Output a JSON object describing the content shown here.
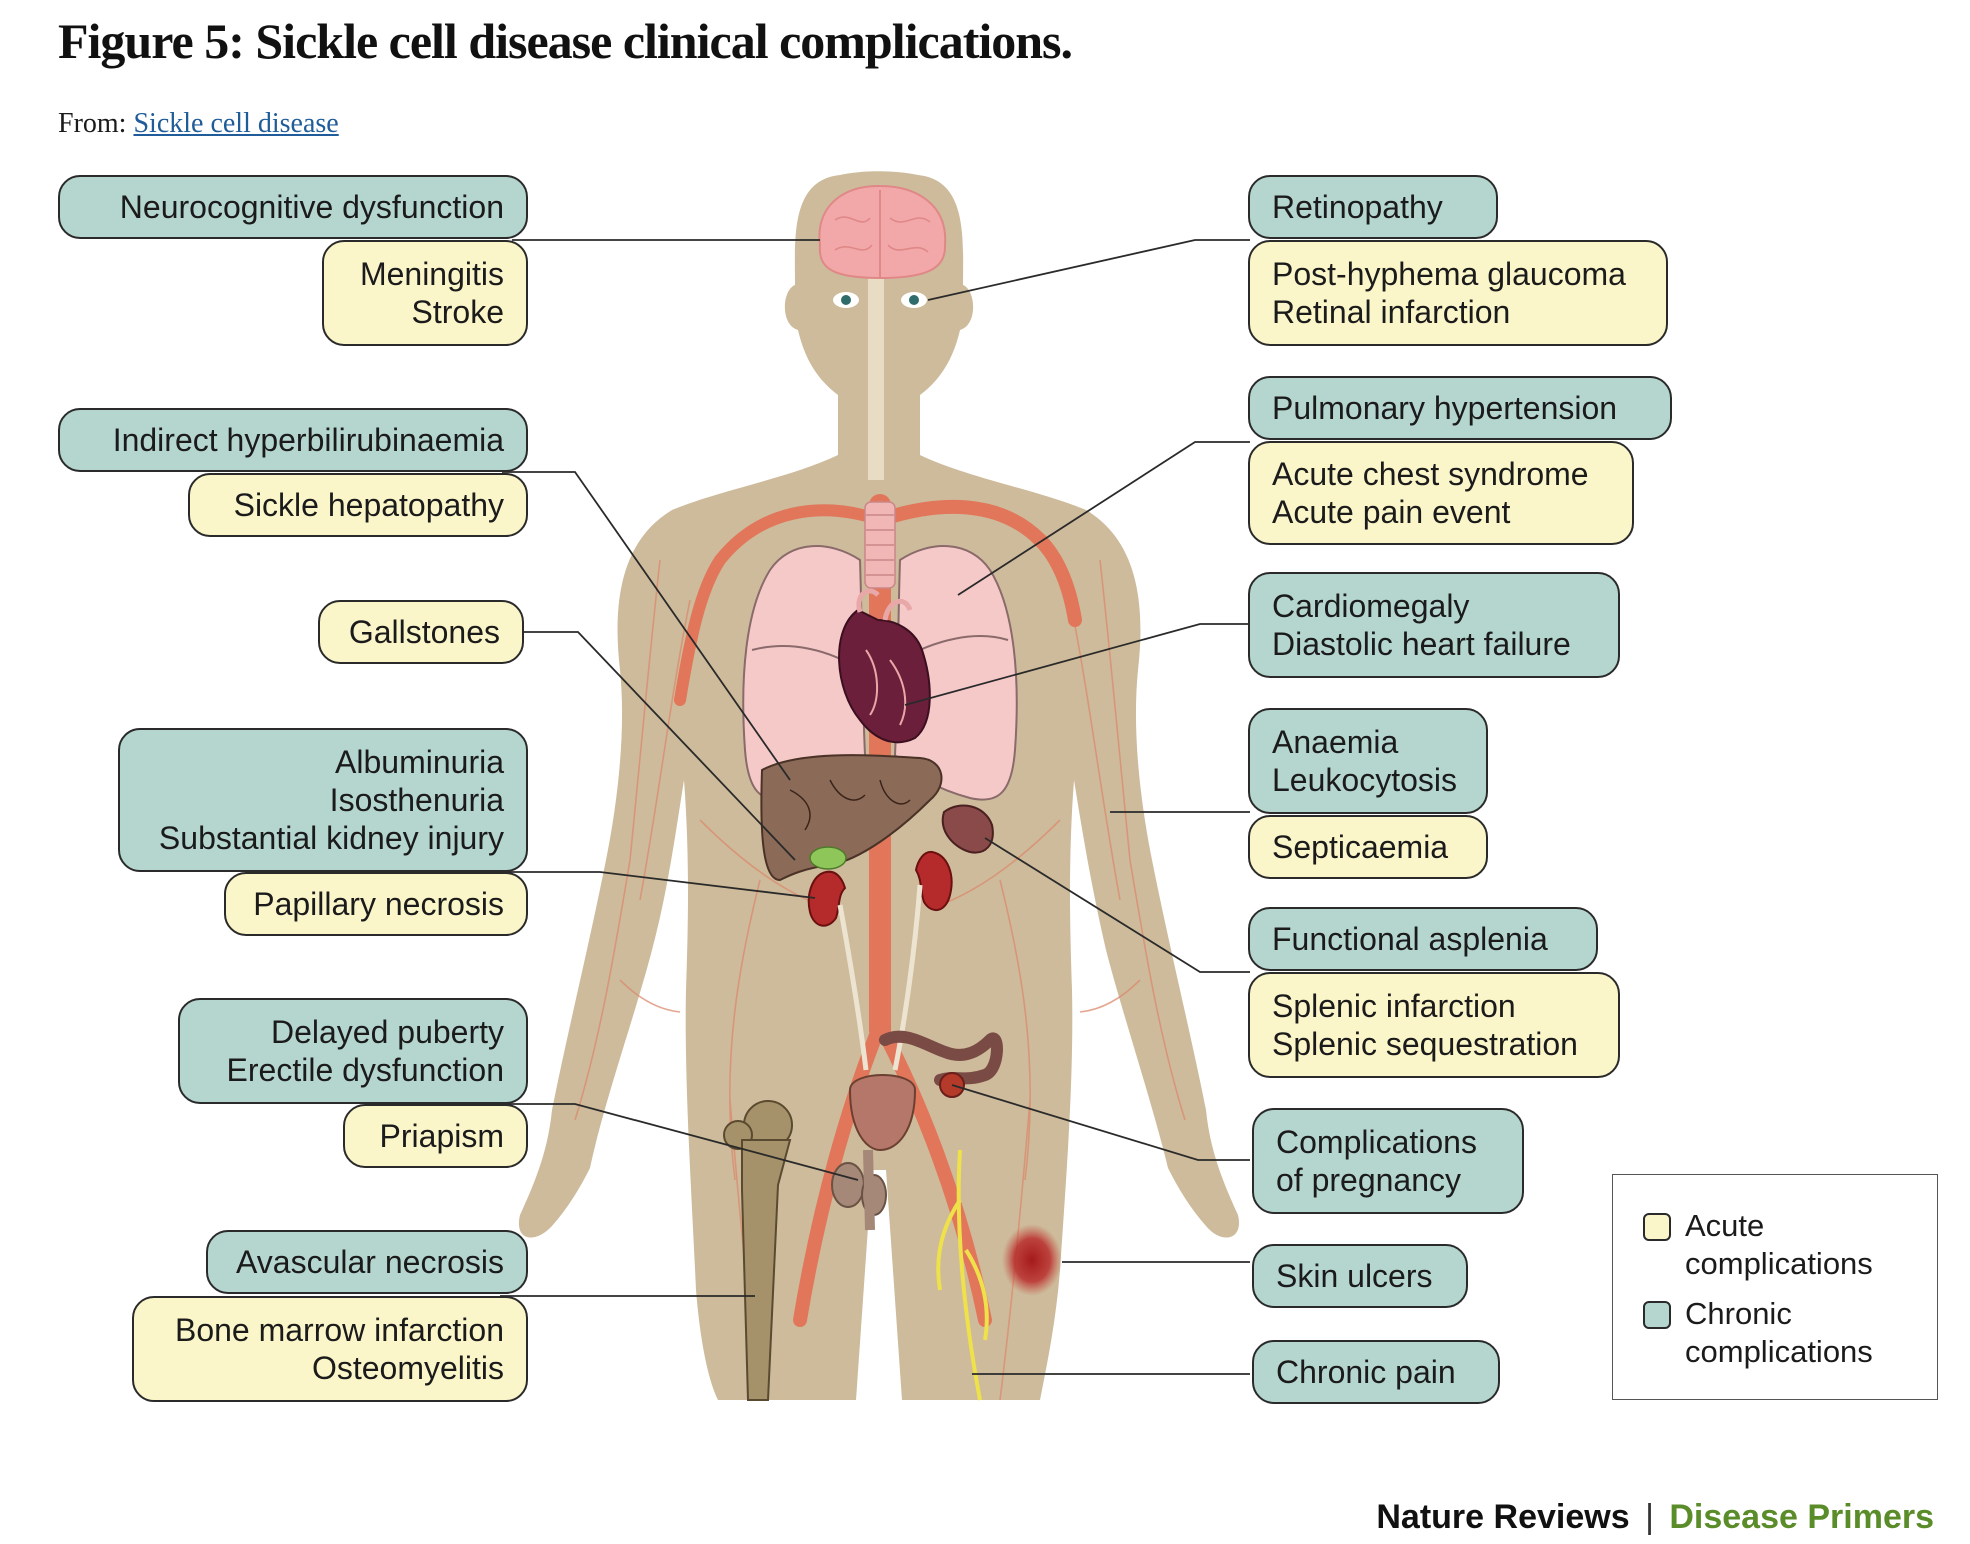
{
  "figure": {
    "title": "Figure 5: Sickle cell disease clinical complications.",
    "from_label": "From:",
    "from_link": "Sickle cell disease"
  },
  "colors": {
    "chronic": "#b5d6cf",
    "acute": "#fbf6c9",
    "skin": "#cdbb9b",
    "artery": "#e2765a",
    "publisher_accent": "#5b8c2a"
  },
  "labels": {
    "neurocognitive": [
      "Neurocognitive dysfunction"
    ],
    "meningitis": [
      "Meningitis",
      "Stroke"
    ],
    "hyperbilirubinaemia": [
      "Indirect hyperbilirubinaemia"
    ],
    "hepatopathy": [
      "Sickle hepatopathy"
    ],
    "gallstones": [
      "Gallstones"
    ],
    "kidney": [
      "Albuminuria",
      "Isosthenuria",
      "Substantial kidney injury"
    ],
    "papillary": [
      "Papillary necrosis"
    ],
    "puberty": [
      "Delayed puberty",
      "Erectile dysfunction"
    ],
    "priapism": [
      "Priapism"
    ],
    "avascular": [
      "Avascular necrosis"
    ],
    "bone_marrow": [
      "Bone marrow infarction",
      "Osteomyelitis"
    ],
    "retinopathy": [
      "Retinopathy"
    ],
    "glaucoma": [
      "Post-hyphema glaucoma",
      "Retinal infarction"
    ],
    "pulmonary": [
      "Pulmonary hypertension"
    ],
    "chest": [
      "Acute chest syndrome",
      "Acute pain event"
    ],
    "cardio": [
      "Cardiomegaly",
      "Diastolic heart failure"
    ],
    "anaemia": [
      "Anaemia",
      "Leukocytosis"
    ],
    "septicaemia": [
      "Septicaemia"
    ],
    "asplenia": [
      "Functional asplenia"
    ],
    "splenic": [
      "Splenic infarction",
      "Splenic sequestration"
    ],
    "pregnancy": [
      "Complications",
      "of pregnancy"
    ],
    "skin_ulcers": [
      "Skin ulcers"
    ],
    "chronic_pain": [
      "Chronic pain"
    ]
  },
  "legend": {
    "acute": "Acute complications",
    "chronic": "Chronic complications"
  },
  "footer": {
    "journal": "Nature Reviews",
    "separator": "|",
    "series": "Disease Primers"
  }
}
